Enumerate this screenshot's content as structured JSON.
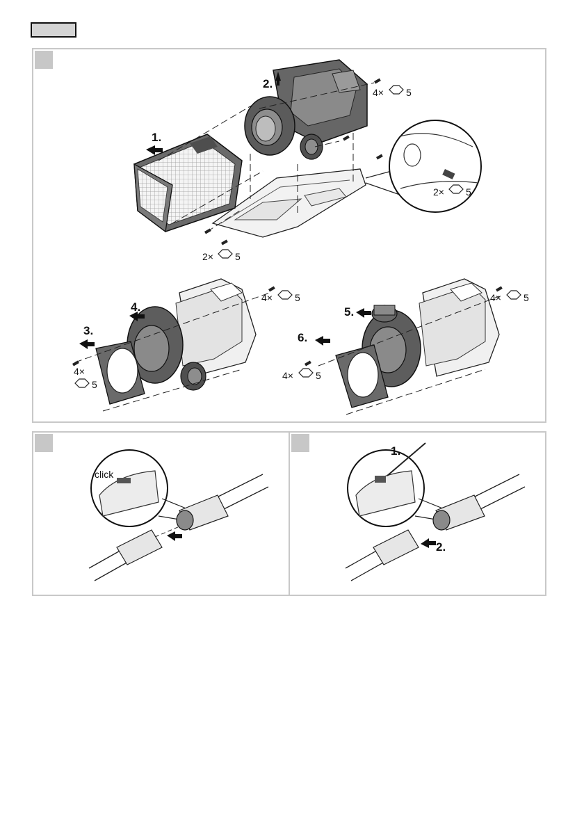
{
  "figure": {
    "top_panel": {
      "steps": {
        "s1": "1.",
        "s2": "2.",
        "s3": "3.",
        "s4": "4.",
        "s5": "5.",
        "s6": "6."
      },
      "quantities": {
        "q_top_right_mult": "4×",
        "q_top_right_size": "5",
        "q_zoom_mult": "2×",
        "q_zoom_size": "5",
        "q_bottom_mult": "2×",
        "q_bottom_size": "5",
        "q_mid_left_mult": "4×",
        "q_mid_left_size": "5",
        "q_mid_left_small_mult": "4×",
        "q_mid_left_small_size": "5",
        "q_mid_right_mult": "4×",
        "q_mid_right_size": "5",
        "q_mid_right_bottom_mult": "4×",
        "q_mid_right_bottom_size": "5"
      }
    },
    "connect_panel": {
      "click_label": "click"
    },
    "disconnect_panel": {
      "step1": "1.",
      "step2": "2."
    }
  },
  "colors": {
    "panel_border": "#c8c8c8",
    "panel_number_box": "#c7c7c7",
    "pump_dark": "#5a5a5a",
    "pump_mid": "#8e8e8e",
    "pump_light": "#e6e6e6",
    "line": "#222222"
  }
}
